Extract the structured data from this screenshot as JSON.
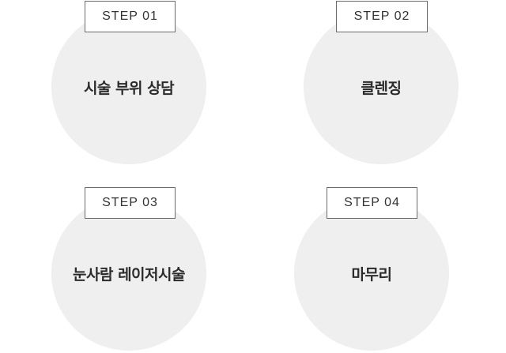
{
  "steps": [
    {
      "badge": "STEP 01",
      "label": "시술 부위 상담"
    },
    {
      "badge": "STEP 02",
      "label": "클렌징"
    },
    {
      "badge": "STEP 03",
      "label": "눈사람 레이저시술"
    },
    {
      "badge": "STEP 04",
      "label": "마무리"
    }
  ],
  "colors": {
    "circle": "#efefef",
    "badge_border": "#6b6b6b",
    "text": "#2b2b2b"
  }
}
